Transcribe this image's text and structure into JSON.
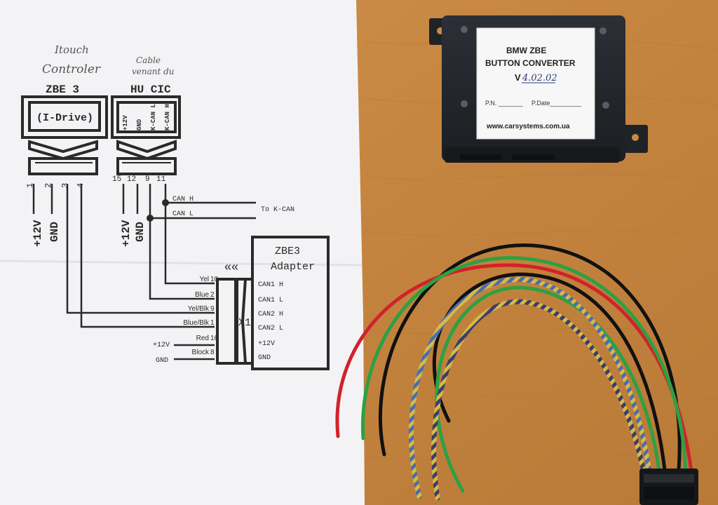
{
  "notes": {
    "left_line1": "Itouch",
    "left_line2": "Controler",
    "right_line1": "Cable",
    "right_line2": "venant du"
  },
  "zbe3": {
    "title": "ZBE 3",
    "inner": "(I-Drive)",
    "pins": [
      "1",
      "2",
      "3",
      "4"
    ]
  },
  "hu": {
    "title": "HU CIC",
    "pins_top": [
      "+12V",
      "GND",
      "K-CAN L",
      "K-CAN H"
    ],
    "pins": [
      "15",
      "12",
      "9",
      "11"
    ]
  },
  "power": {
    "v12": "+12V",
    "gnd": "GND"
  },
  "kcan": {
    "can_h": "CAN H",
    "can_l": "CAN L",
    "to": "To K-CAN"
  },
  "adapter": {
    "title1": "ZBE3",
    "title2": "Adapter",
    "connector": "X1",
    "rows": [
      {
        "wire": "Yel",
        "pin": "10",
        "signal": "CAN1 H"
      },
      {
        "wire": "Blue",
        "pin": "2",
        "signal": "CAN1 L"
      },
      {
        "wire": "Yel/Blk",
        "pin": "9",
        "signal": "CAN2 H"
      },
      {
        "wire": "Blue/Blk",
        "pin": "1",
        "signal": "CAN2 L"
      },
      {
        "wire": "Red",
        "pin": "16",
        "signal": "+12V"
      },
      {
        "wire": "Block",
        "pin": "8",
        "signal": "GND"
      }
    ],
    "left_12v": "+12V",
    "left_gnd": "GND"
  },
  "label": {
    "line1": "BMW ZBE",
    "line2": "BUTTON CONVERTER",
    "version_prefix": "V",
    "version": "4.02.02",
    "pn": "P.N. _______",
    "pdate": "P.Date_________",
    "url": "www.carsystems.com.ua"
  },
  "colors": {
    "paper": "#f4f4f6",
    "wood": "#c98a45",
    "box": "#23272c",
    "ink": "#2a2a2a"
  }
}
